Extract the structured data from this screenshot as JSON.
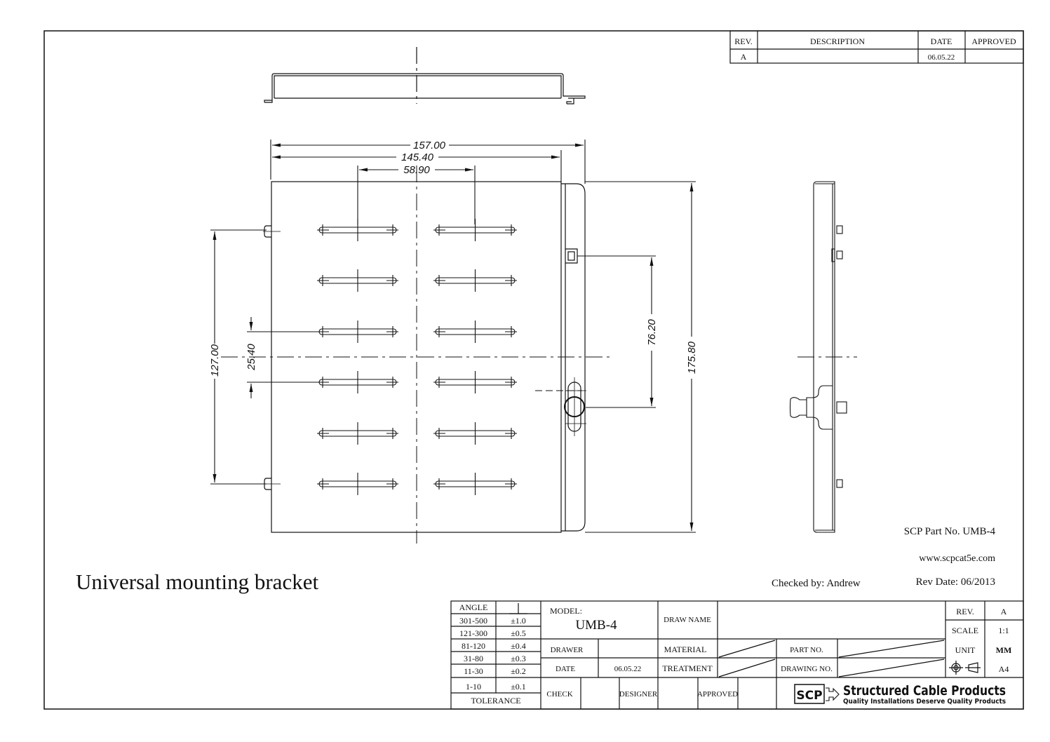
{
  "revision_table": {
    "headers": {
      "rev": "REV.",
      "description": "DESCRIPTION",
      "date": "DATE",
      "approved": "APPROVED"
    },
    "rows": [
      {
        "rev": "A",
        "description": "",
        "date": "06.05.22",
        "approved": ""
      }
    ]
  },
  "dimensions": {
    "overall_width": "157.00",
    "plate_width": "145.40",
    "slot_spacing": "58.90",
    "hole_vertical_spacing": "127.00",
    "center_slot_pitch": "25.40",
    "latch_offset": "76.20",
    "overall_height": "175.80"
  },
  "title": "Universal  mounting  bracket",
  "notes": {
    "part_no": "SCP Part No. UMB-4",
    "website": "www.scpcat5e.com",
    "checked_by": "Checked by: Andrew",
    "rev_date": "Rev Date: 06/2013"
  },
  "title_block": {
    "tolerance": {
      "angle_label": "ANGLE",
      "angle_symbol": "⊥",
      "rows": [
        {
          "range": "301-500",
          "value": "±1.0"
        },
        {
          "range": "121-300",
          "value": "±0.5"
        },
        {
          "range": "81-120",
          "value": "±0.4"
        },
        {
          "range": "31-80",
          "value": "±0.3"
        },
        {
          "range": "11-30",
          "value": "±0.2"
        },
        {
          "range": "1-10",
          "value": "±0.1"
        }
      ],
      "footer": "TOLERANCE"
    },
    "model_label": "MODEL:",
    "model_value": "UMB-4",
    "draw_name_label": "DRAW NAME",
    "draw_name_value": "",
    "drawer_label": "DRAWER",
    "drawer_value": "",
    "date_label": "DATE",
    "date_value": "06.05.22",
    "material_label": "MATERIAL",
    "treatment_label": "TREATMENT",
    "part_no_label": "PART NO.",
    "drawing_no_label": "DRAWING NO.",
    "check_label": "CHECK",
    "designer_label": "DESIGNER",
    "approved_label": "APPROVED",
    "rev_label": "REV.",
    "rev_value": "A",
    "scale_label": "SCALE",
    "scale_value": "1:1",
    "unit_label": "UNIT",
    "unit_value": "MM",
    "projection_icon": "first-angle-projection-icon",
    "paper_size": "A4",
    "logo": {
      "abbr": "SCP",
      "company": "Structured Cable Products",
      "tagline": "Quality Installations Deserve Quality Products"
    }
  }
}
